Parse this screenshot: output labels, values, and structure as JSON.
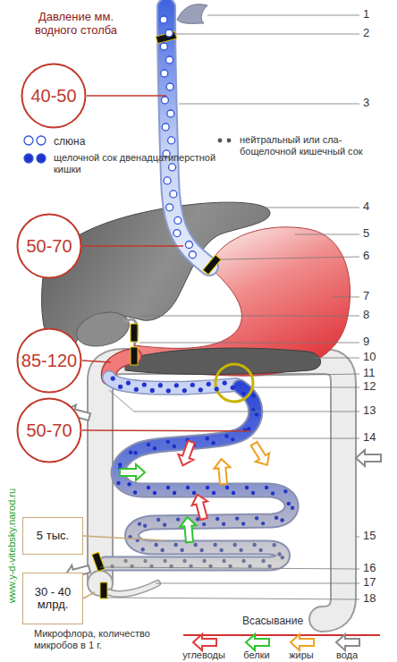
{
  "diagram": {
    "title": "Давление мм. водного столба",
    "nodes": [
      {
        "text": [
          "40-50"
        ]
      },
      {
        "text": [
          "50-70"
        ]
      },
      {
        "text": [
          "85-120"
        ]
      },
      {
        "text": [
          "50-70"
        ]
      },
      {
        "text": [
          "5 тыс."
        ]
      },
      {
        "text": [
          "30 - 40 млрд."
        ]
      }
    ],
    "labels": [
      "1",
      "2",
      "3",
      "4",
      "5",
      "6",
      "7",
      "8",
      "9",
      "10",
      "11",
      "12",
      "13",
      "14",
      "15",
      "16",
      "17",
      "18",
      "Микрофлора, количество микробов в 1 г.",
      "Всасывание",
      "www.y-d-vitebsky.narod.ru"
    ],
    "legend": [
      {
        "text": "слюна"
      },
      {
        "text": "щелочной сок двенадцатиперстной кишки"
      },
      {
        "text": "нейтральный или сла- бощелочной кишечный сок"
      },
      {
        "text": "углеводы"
      },
      {
        "text": "белки"
      },
      {
        "text": "жиры"
      },
      {
        "text": "вода"
      }
    ]
  }
}
